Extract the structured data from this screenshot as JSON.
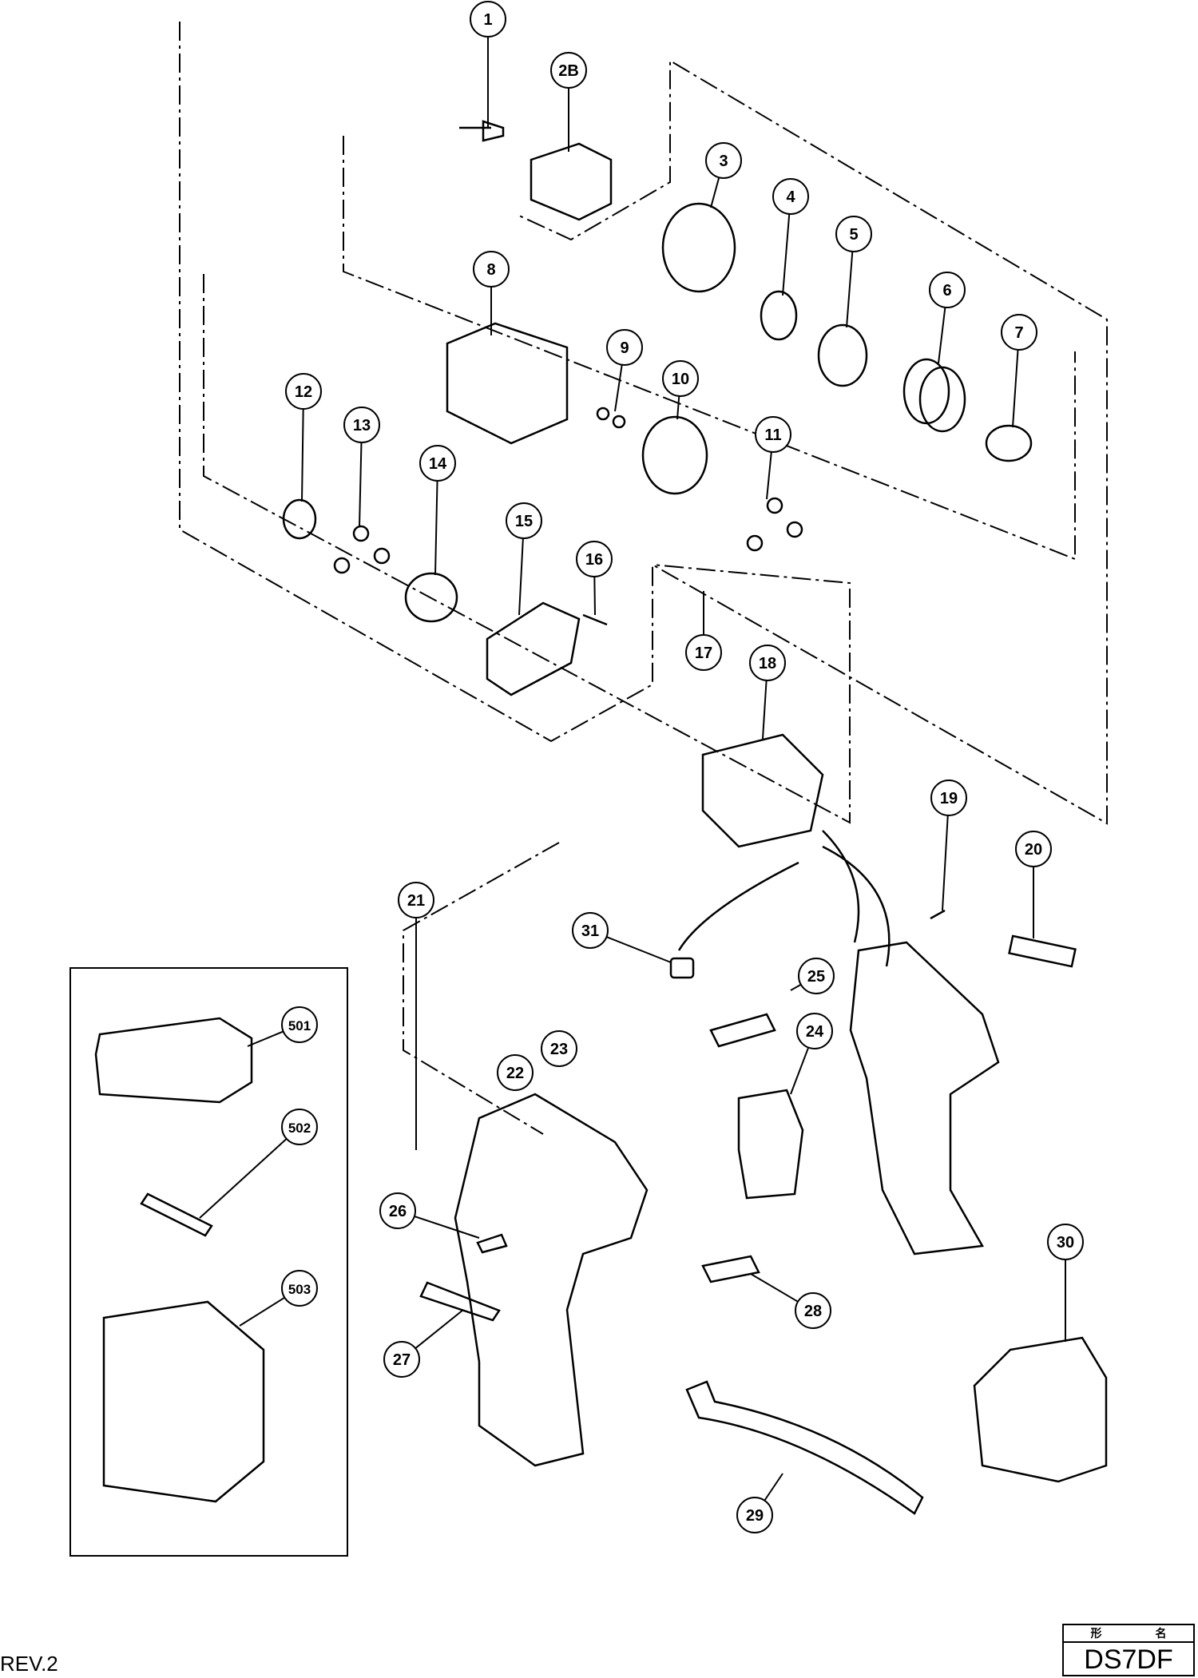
{
  "callouts": [
    "1",
    "2B",
    "3",
    "4",
    "5",
    "6",
    "7",
    "8",
    "9",
    "10",
    "11",
    "12",
    "13",
    "14",
    "15",
    "16",
    "17",
    "18",
    "19",
    "20",
    "21",
    "22",
    "23",
    "24",
    "25",
    "26",
    "27",
    "28",
    "29",
    "30",
    "31",
    "501",
    "502",
    "503"
  ],
  "revision": "REV.2",
  "model_box": {
    "header_left": "形",
    "header_right": "名",
    "model": "DS7DF"
  }
}
